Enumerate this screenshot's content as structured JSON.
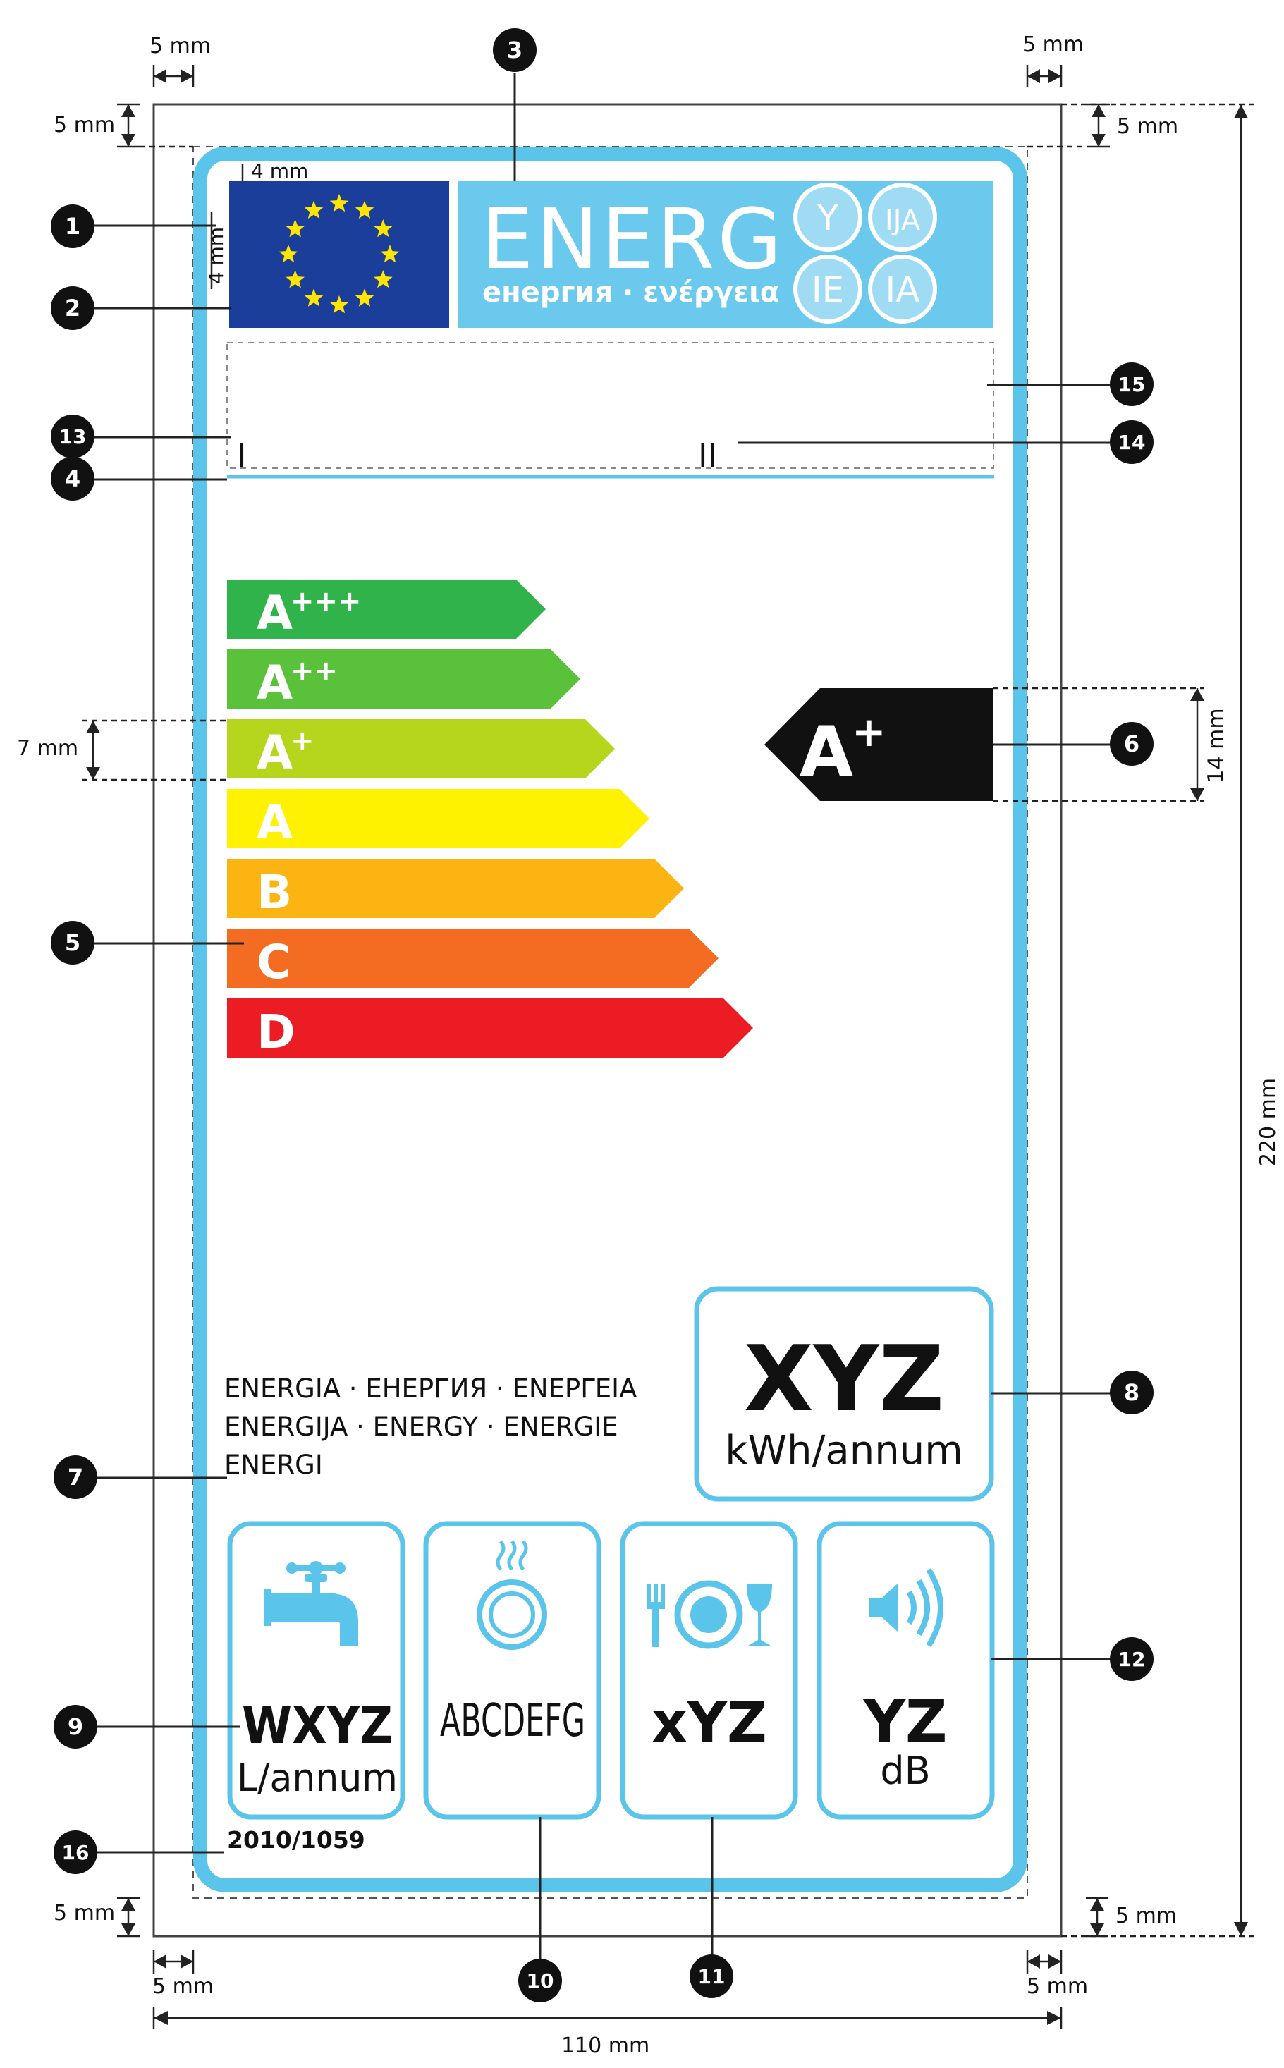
{
  "colors": {
    "label_border": "#5bc4ea",
    "header_blue": "#6cc9ee",
    "eu_blue": "#1b3e9a",
    "eu_star": "#ffe500",
    "arrow_black": "#111111",
    "icon_blue": "#5bc4ea"
  },
  "header": {
    "energ": "ENERG",
    "subtitle": "енергия · ενέργεια",
    "bubbles": [
      "Y",
      "IJA",
      "IE",
      "IA"
    ]
  },
  "roman": {
    "i": "I",
    "ii": "II"
  },
  "scale": [
    {
      "letter": "A",
      "sup": "+++",
      "color": "#2fb34a"
    },
    {
      "letter": "A",
      "sup": "++",
      "color": "#5ac23a"
    },
    {
      "letter": "A",
      "sup": "+",
      "color": "#b6d51d"
    },
    {
      "letter": "A",
      "sup": "",
      "color": "#fff200"
    },
    {
      "letter": "B",
      "sup": "",
      "color": "#fbb412"
    },
    {
      "letter": "C",
      "sup": "",
      "color": "#f36c21"
    },
    {
      "letter": "D",
      "sup": "",
      "color": "#ec1c24"
    }
  ],
  "rating": {
    "letter": "A",
    "sup": "+"
  },
  "energy_words": [
    "ENERGIA · ЕНЕРГИЯ · ΕΝΕΡΓΕΙΑ",
    "ENERGIJA · ENERGY · ENERGIE",
    "ENERGI"
  ],
  "consumption": {
    "value": "XYZ",
    "unit": "kWh/annum"
  },
  "icons": {
    "water": {
      "value": "WXYZ",
      "unit": "L/annum",
      "icon": "tap-icon"
    },
    "drying": {
      "value": "ABCDEFG",
      "icon": "plate-drying-icon"
    },
    "settings": {
      "value": "xYZ",
      "icon": "place-settings-icon"
    },
    "noise": {
      "value": "YZ",
      "unit": "dB",
      "icon": "speaker-icon"
    }
  },
  "regulation": "2010/1059",
  "dimensions": {
    "margin": "5 mm",
    "header_offset": "4 mm",
    "bar_height": "7 mm",
    "arrow_height": "14 mm",
    "height": "220 mm",
    "width": "110 mm"
  },
  "callouts": [
    "1",
    "2",
    "3",
    "4",
    "5",
    "6",
    "7",
    "8",
    "9",
    "10",
    "11",
    "12",
    "13",
    "14",
    "15",
    "16"
  ]
}
